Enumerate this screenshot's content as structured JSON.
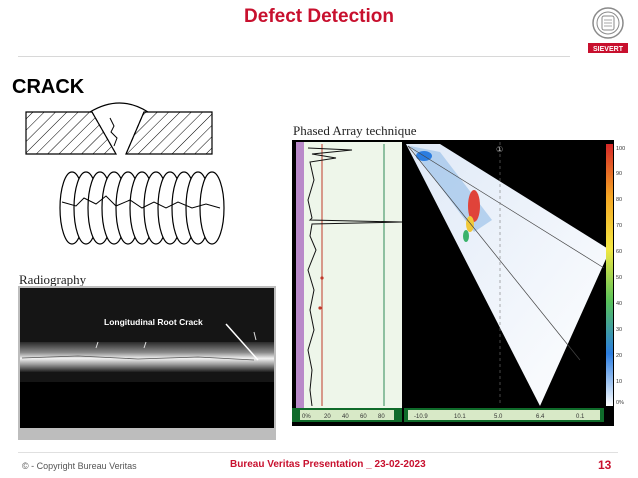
{
  "slide": {
    "title": "Defect Detection",
    "heading": "CRACK",
    "page_number": "13"
  },
  "logo": {
    "icon": "bureau-veritas-sievert-logo",
    "text": "SIEVERT"
  },
  "figures": {
    "radiography_caption": "Radiography",
    "radiography_label": "Longitudinal Root Crack",
    "phased_array_caption": "Phased Array technique",
    "ascan_ticks": [
      "0%",
      "20",
      "40",
      "60",
      "80"
    ],
    "sector_ticks": [
      "-10.9",
      "10.1",
      "5.0",
      "6.4",
      "0.1"
    ],
    "sector_marker": "①",
    "color_scale_ticks": [
      "100",
      "90",
      "80",
      "70",
      "60",
      "50",
      "40",
      "30",
      "20",
      "10",
      "0%"
    ]
  },
  "footer": {
    "copyright": "© - Copyright Bureau Veritas",
    "presentation": "Bureau Veritas Presentation _ 23-02-2023"
  },
  "colors": {
    "accent": "#c8102e"
  }
}
